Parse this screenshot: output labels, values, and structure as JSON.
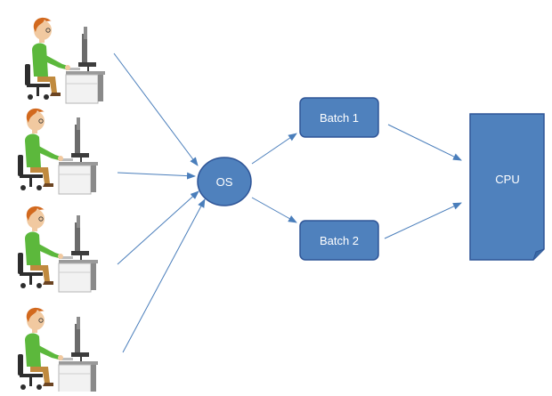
{
  "diagram": {
    "os_label": "OS",
    "batches": [
      {
        "label": "Batch 1"
      },
      {
        "label": "Batch 2"
      }
    ],
    "cpu_label": "CPU",
    "users": [
      {
        "icon": "user-at-computer-icon"
      },
      {
        "icon": "user-at-computer-icon"
      },
      {
        "icon": "user-at-computer-icon"
      },
      {
        "icon": "user-at-computer-icon"
      }
    ],
    "colors": {
      "node_fill": "#4F81BD",
      "node_stroke": "#2F5597",
      "arrow": "#4A7EBB",
      "node_text": "#ffffff"
    }
  }
}
